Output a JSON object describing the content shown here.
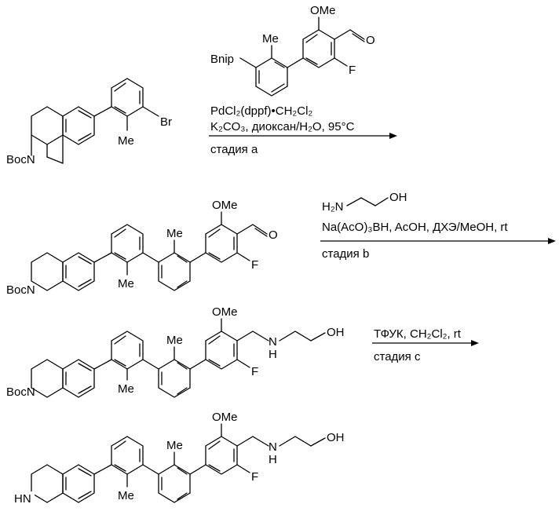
{
  "scheme": {
    "step_a": {
      "reagent_label": "Bnip",
      "catalyst": "PdCl₂(dppf)•CH₂Cl₂",
      "conditions": "K₂CO₃, диоксан/H₂O, 95°C",
      "label": "стадия a"
    },
    "step_b": {
      "amine_nh2": "H₂N",
      "amine_oh": "OH",
      "conditions": "Na(AcO)₃BH, AcOH, ДХЭ/MeOH, rt",
      "label": "стадия b"
    },
    "step_c": {
      "conditions": "ТФУК, CH₂Cl₂, rt",
      "label": "стадия c"
    },
    "atoms": {
      "ome": "OMe",
      "me": "Me",
      "br": "Br",
      "f": "F",
      "o": "O",
      "oh": "OH",
      "boc_n": "BocN",
      "hn": "HN",
      "nh_n": "N",
      "nh_h": "H"
    }
  }
}
